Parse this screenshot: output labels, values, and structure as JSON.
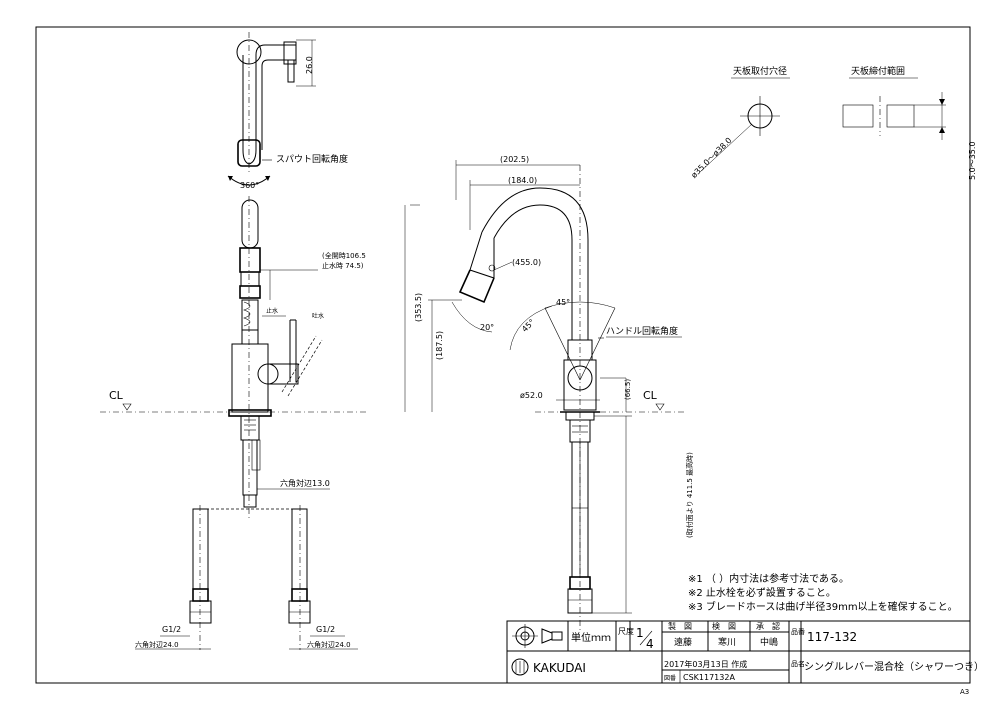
{
  "labels": {
    "spout_rotation": "スパウト回転角度",
    "spout_angle": "360°",
    "dim_26": "26.0",
    "full_open": "(全開時106.5",
    "stop_water": "止水時 74.5)",
    "stop_lbl": "止水",
    "flow_lbl": "吐水",
    "cl_left": "CL",
    "cl_right": "CL",
    "hex13": "六角対辺13.0",
    "g12_left": "G1/2",
    "hex24_left": "六角対辺24.0",
    "g12_right": "G1/2",
    "hex24_right": "六角対辺24.0",
    "dim_202": "(202.5)",
    "dim_184": "(184.0)",
    "dim_455": "(455.0)",
    "dim_353": "(353.5)",
    "dim_187": "(187.5)",
    "dim_52": "ø52.0",
    "dim_66": "(66.5)",
    "dim_411": "(取付面より 411.5 最高時)",
    "angle_20": "20°",
    "angle_45a": "45°",
    "angle_45b": "45°",
    "handle_rotation": "ハンドル回転角度",
    "hole_title": "天板取付穴径",
    "hole_dim": "ø35.0～ø38.0",
    "clamp_title": "天板締付範囲",
    "clamp_dim": "5.0～35.0",
    "sheet_size": "A3"
  },
  "notes": [
    "※1  （  ）内寸法は参考寸法である。",
    "※2  止水栓を必ず設置すること。",
    "※3  ブレードホースは曲げ半径39mm以上を確保すること。"
  ],
  "title_block": {
    "unit_label": "単位ｍｍ",
    "scale_label": "尺度",
    "scale_num": "1",
    "scale_den": "4",
    "headers": [
      "製　図",
      "検　図",
      "承　認"
    ],
    "names": [
      "遠藤",
      "寒川",
      "中嶋"
    ],
    "number_label": "品番",
    "number": "117-132",
    "date": "2017年03月13日  作成",
    "doc_label": "図番",
    "doc_number": "CSK117132A",
    "name_label": "品名",
    "product_name": "シングルレバー混合栓（シャワーつき）",
    "brand": "KAKUDAI"
  }
}
